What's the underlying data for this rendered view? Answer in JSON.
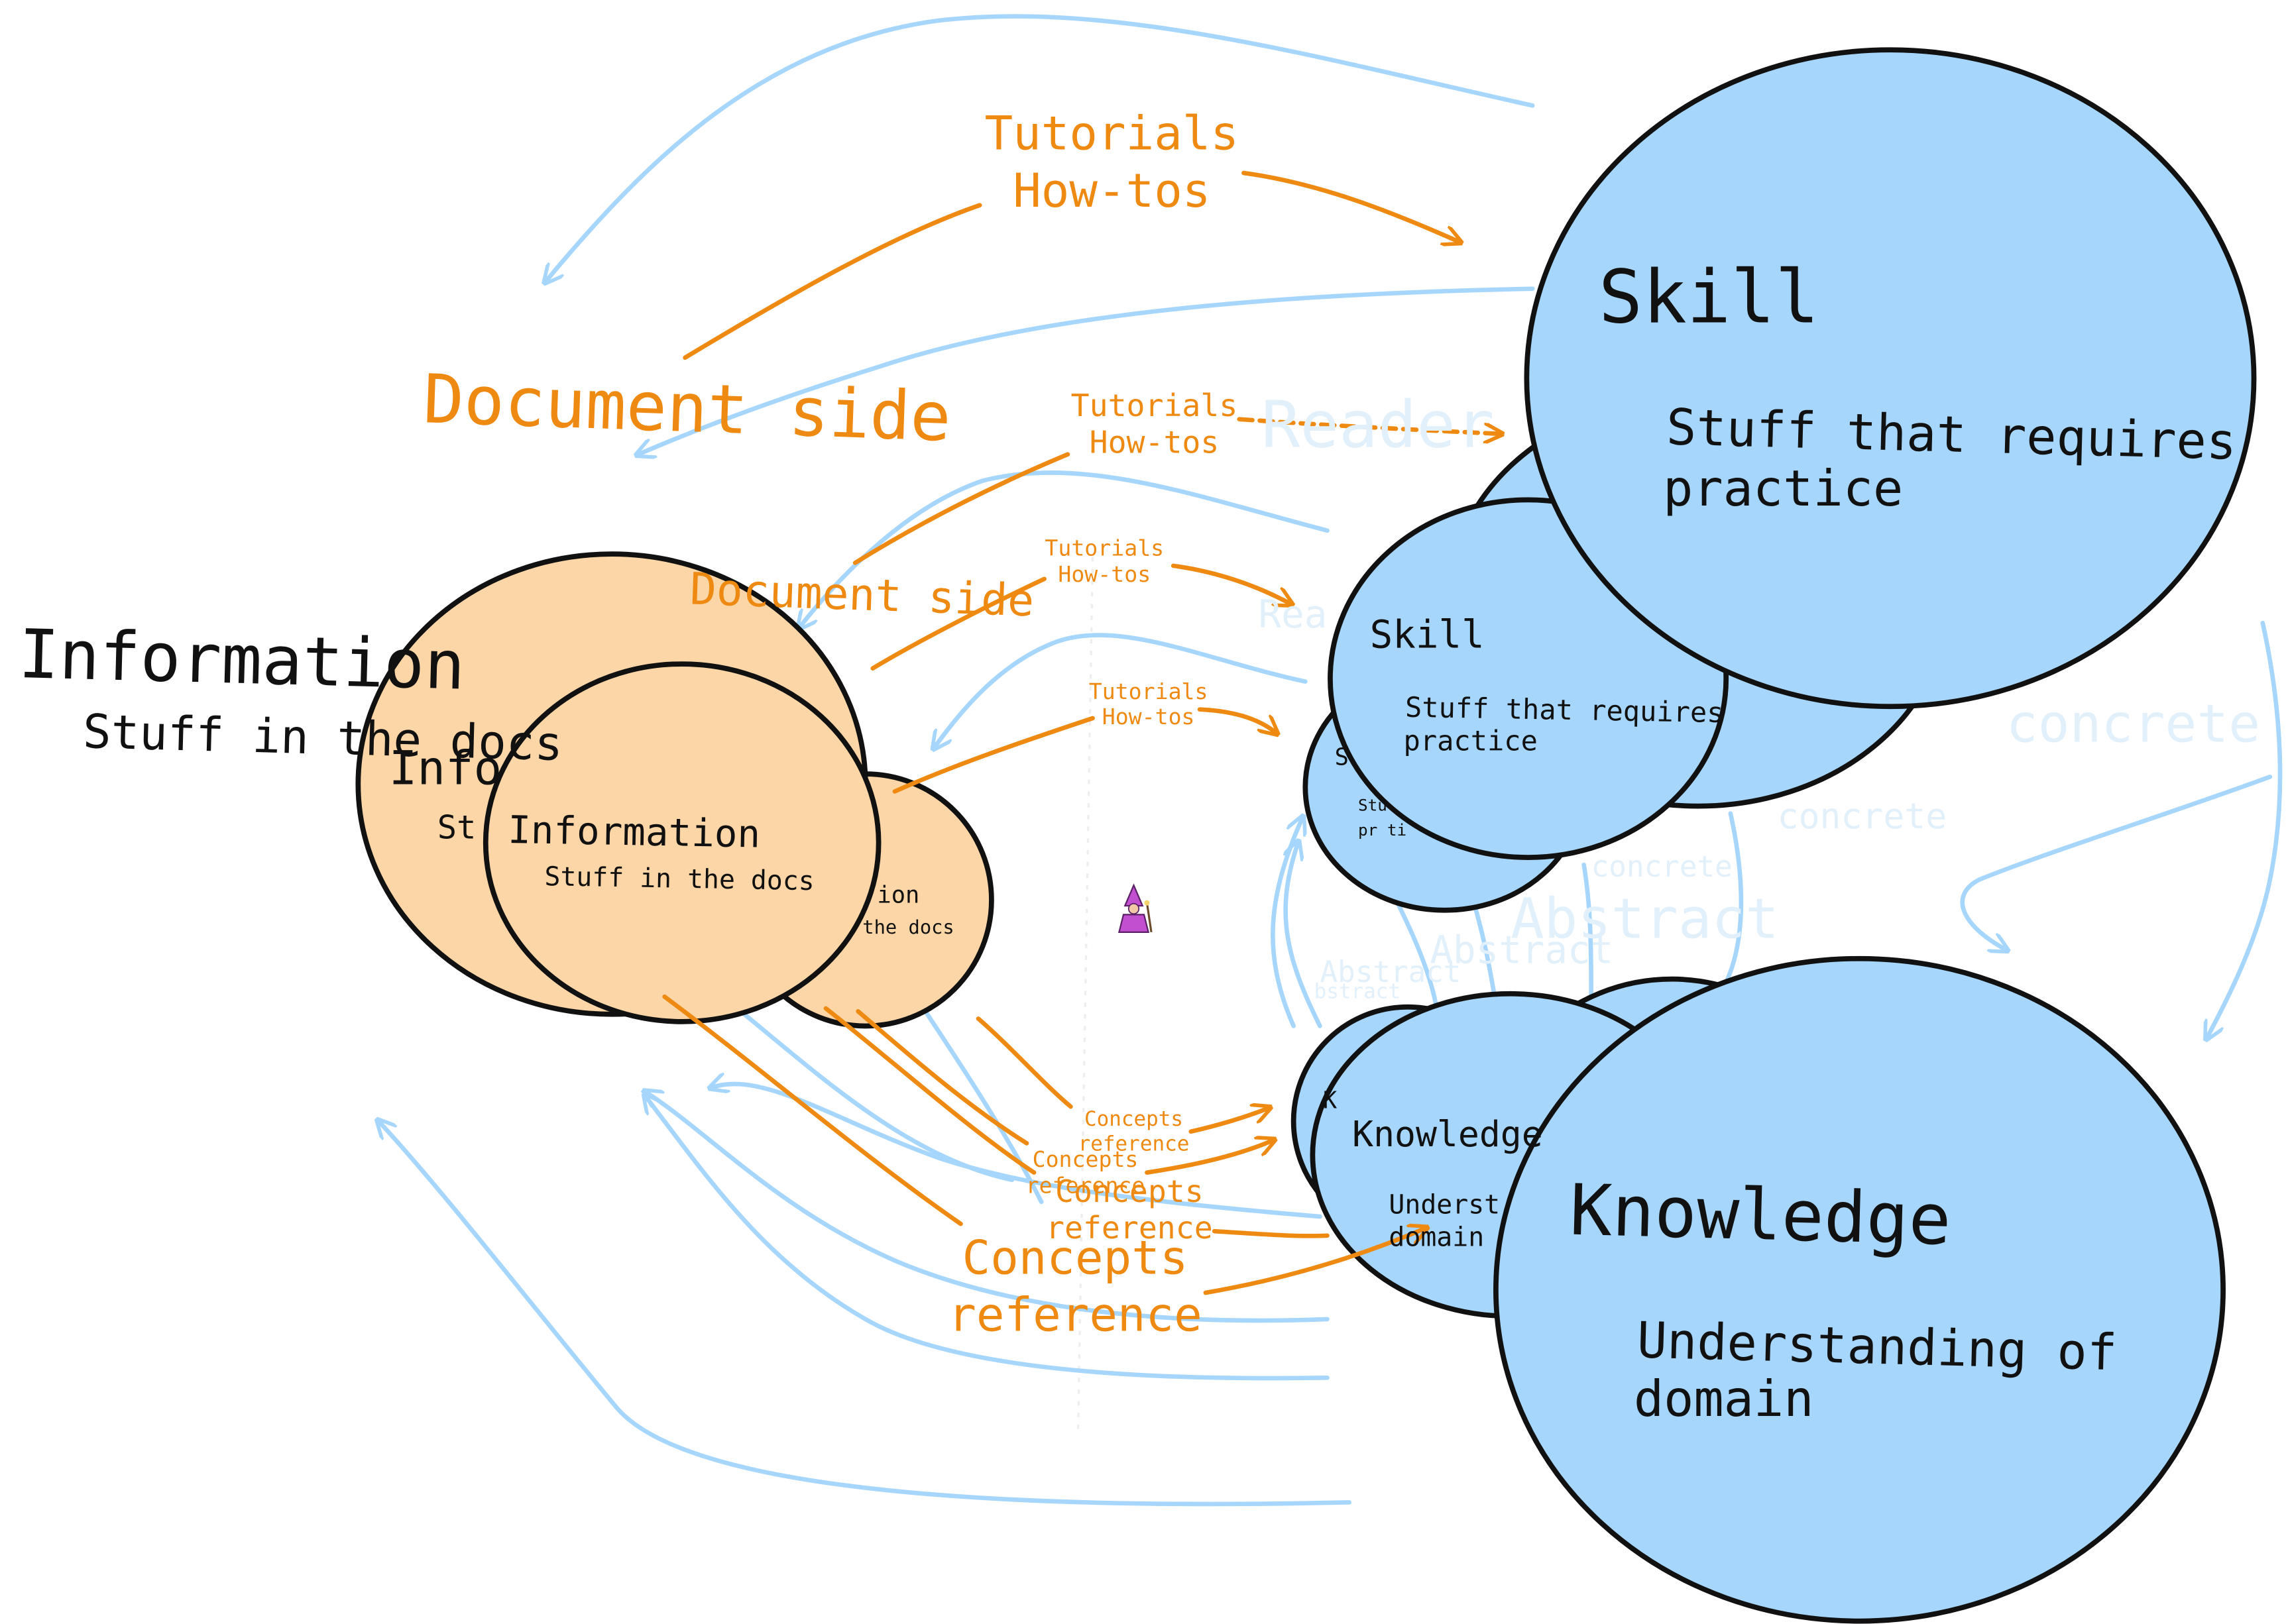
{
  "colors": {
    "information_fill": "#fcd6a6",
    "knowledge_fill": "#a6d6fc",
    "outline": "#111111",
    "orange_arrow": "#ee8a12",
    "blue_arrow": "#a6d6fc",
    "faint_label": "#e2f0fb",
    "background": "#ffffff"
  },
  "large": {
    "information": {
      "title": "Information",
      "subtitle": "Stuff in the docs"
    },
    "skill": {
      "title": "Skill",
      "line1": "Stuff that requires",
      "line2": "practice"
    },
    "knowledge": {
      "title": "Knowledge",
      "line1": "Understanding of",
      "line2": "domain"
    },
    "tutorials": {
      "line1": "Tutorials",
      "line2": "How-tos"
    },
    "concepts": {
      "line1": "Concepts",
      "line2": "reference"
    },
    "document_side": "Document side",
    "reader_side": "Reader",
    "concrete": "concrete",
    "abstract": "Abstract"
  },
  "medium": {
    "information": {
      "title": "Information",
      "subtitle": "Stuff in the docs"
    },
    "skill": {
      "title": "Skill",
      "line1": "Stuff that requires",
      "line2": "practice"
    },
    "knowledge": {
      "title": "Knowledge",
      "line1": "Underst",
      "line2": "domain"
    },
    "tutorials": {
      "line1": "Tutorials",
      "line2": "How-tos"
    },
    "concepts": {
      "line1": "Concepts",
      "line2": "reference"
    },
    "document_side": "Document side",
    "concrete": "concrete",
    "abstract": "Abstract"
  },
  "small": {
    "information": {
      "title": "Information",
      "subtitle": "Stuff in the docs"
    },
    "tutorials": {
      "line1": "Tutorials",
      "line2": "How-tos"
    },
    "concepts": {
      "line1": "Concepts",
      "line2": "reference"
    },
    "concrete": "concrete",
    "abstract": "Abstract"
  },
  "tiny": {
    "information": {
      "title": "ion",
      "subtitle": "the docs"
    },
    "skill": {
      "title": "S",
      "line1": "Stu",
      "line2": "pr ti"
    },
    "knowledge": {
      "title": "K"
    },
    "tutorials": {
      "line1": "Tutorials",
      "line2": "How-tos"
    },
    "concepts": {
      "line1": "Concepts",
      "line2": "reference"
    },
    "abstract": "bstract"
  },
  "partial": {
    "information_fragment": "Info",
    "information_sub_fragment": "St",
    "reader_fragment": "Rea"
  },
  "wizard_icon": "wizard-icon"
}
